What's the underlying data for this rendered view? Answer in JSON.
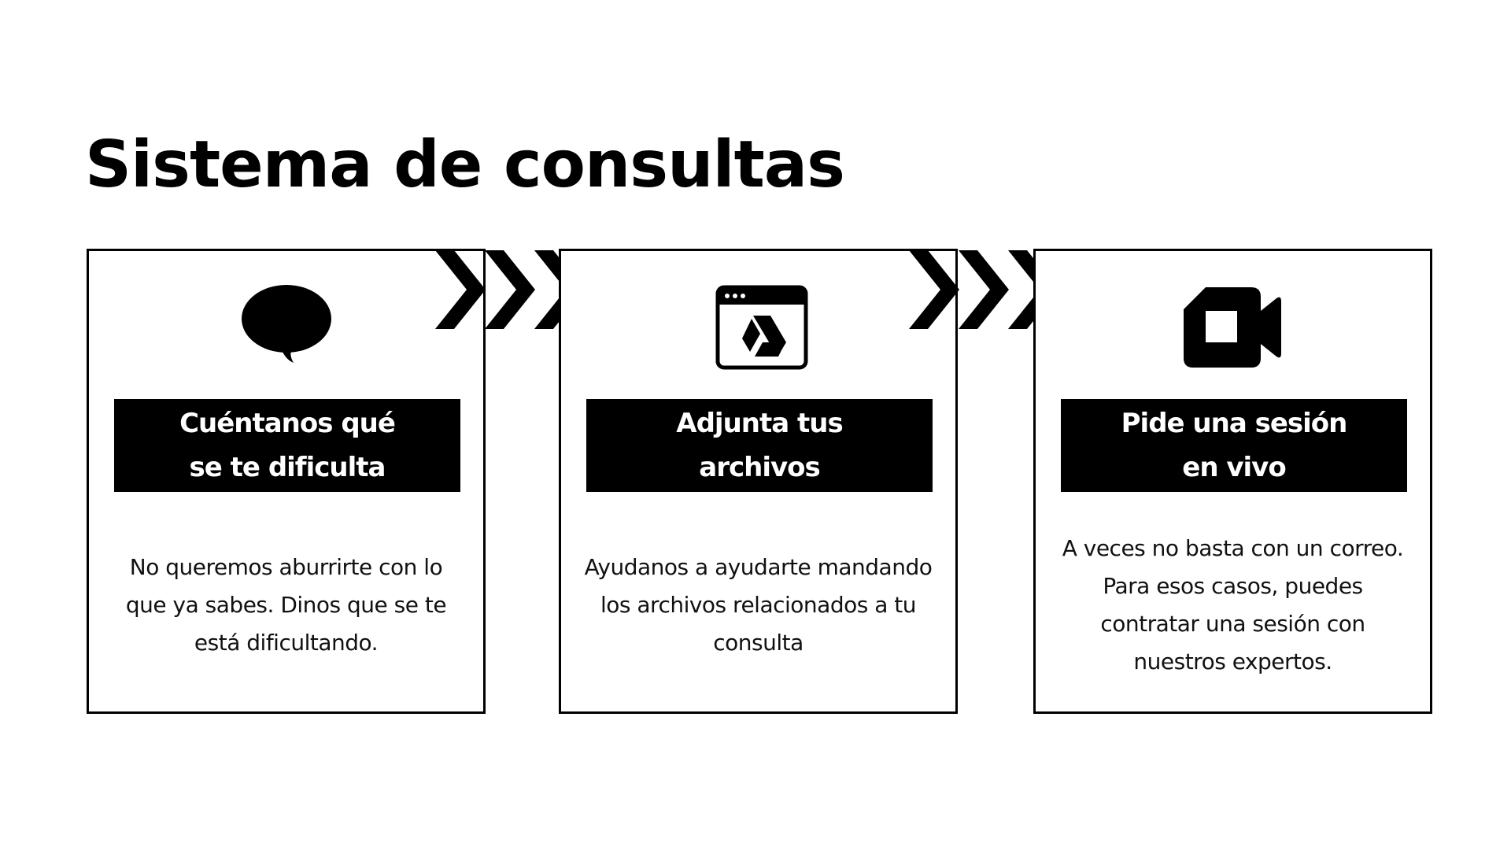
{
  "title": "Sistema de consultas",
  "cards": [
    {
      "icon": "speech-bubble-icon",
      "label": "Cuéntanos qué se te dificulta",
      "text": "No queremos aburrirte con lo que ya sabes. Dinos que se te está dificultando."
    },
    {
      "icon": "drive-window-icon",
      "label": "Adjunta tus archivos",
      "text": "Ayudanos a ayudarte mandando los archivos relacionados a tu consulta"
    },
    {
      "icon": "video-camera-icon",
      "label": "Pide una sesión en vivo",
      "text": "A veces no basta con un correo. Para esos casos, puedes contratar una sesión con nuestros expertos."
    }
  ],
  "arrows": [
    "triple-chevron-arrow-icon",
    "triple-chevron-arrow-icon"
  ],
  "colors": {
    "background": "#ffffff",
    "ink": "#000000",
    "label_text": "#ffffff"
  }
}
